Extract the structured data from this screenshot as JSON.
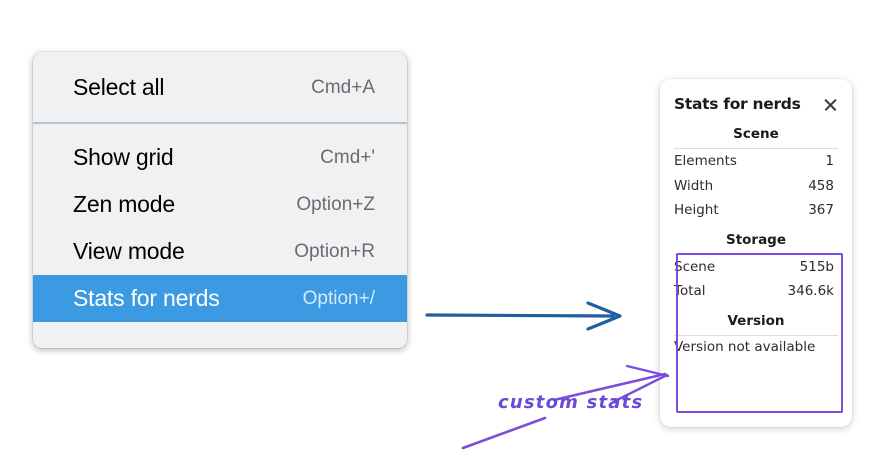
{
  "context_menu": {
    "groups": [
      {
        "name": "group-selection",
        "items": [
          {
            "label": "Select all",
            "shortcut": "Cmd+A",
            "selected": false
          }
        ]
      },
      {
        "name": "group-view",
        "items": [
          {
            "label": "Show grid",
            "shortcut": "Cmd+'",
            "selected": false
          },
          {
            "label": "Zen mode",
            "shortcut": "Option+Z",
            "selected": false
          },
          {
            "label": "View mode",
            "shortcut": "Option+R",
            "selected": false
          },
          {
            "label": "Stats for nerds",
            "shortcut": "Option+/",
            "selected": true
          }
        ]
      }
    ],
    "highlight_color": "#3b9ae1"
  },
  "stats_panel": {
    "title": "Stats for nerds",
    "close_icon": "close-icon",
    "sections": [
      {
        "heading": "Scene",
        "rows": [
          {
            "label": "Elements",
            "value": "1"
          },
          {
            "label": "Width",
            "value": "458"
          },
          {
            "label": "Height",
            "value": "367"
          }
        ]
      },
      {
        "heading": "Storage",
        "rows": [
          {
            "label": "Scene",
            "value": "515b"
          },
          {
            "label": "Total",
            "value": "346.6k"
          }
        ]
      },
      {
        "heading": "Version",
        "full_row": "Version not available"
      }
    ]
  },
  "annotations": {
    "label": "custom stats",
    "label_color": "#6b4ad8",
    "flow_arrow_color": "#1f5fa0",
    "callout_arrow_color": "#7b4ddb"
  }
}
